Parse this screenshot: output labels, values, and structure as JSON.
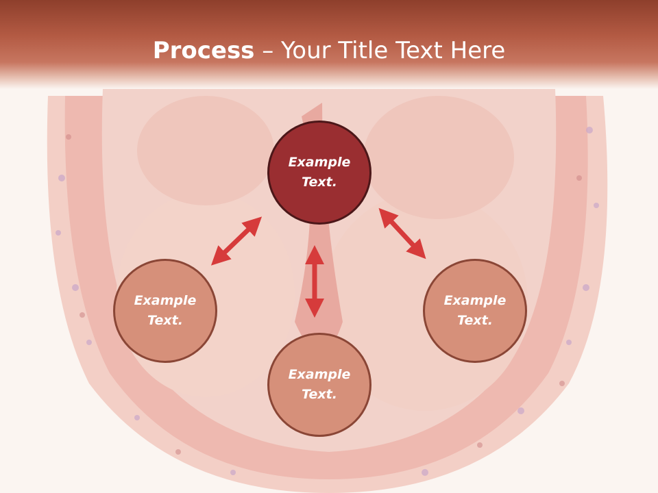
{
  "title": {
    "bold": "Process",
    "rest": " – Your Title Text Here"
  },
  "nodes": {
    "top": "Example\nText.",
    "left": "Example\nText.",
    "right": "Example\nText.",
    "bottom": "Example\nText."
  },
  "colors": {
    "title_bar": "#a84d37",
    "primary_circle": "#9a2e31",
    "secondary_circle": "#d6907a",
    "arrow": "#d63b3b"
  }
}
